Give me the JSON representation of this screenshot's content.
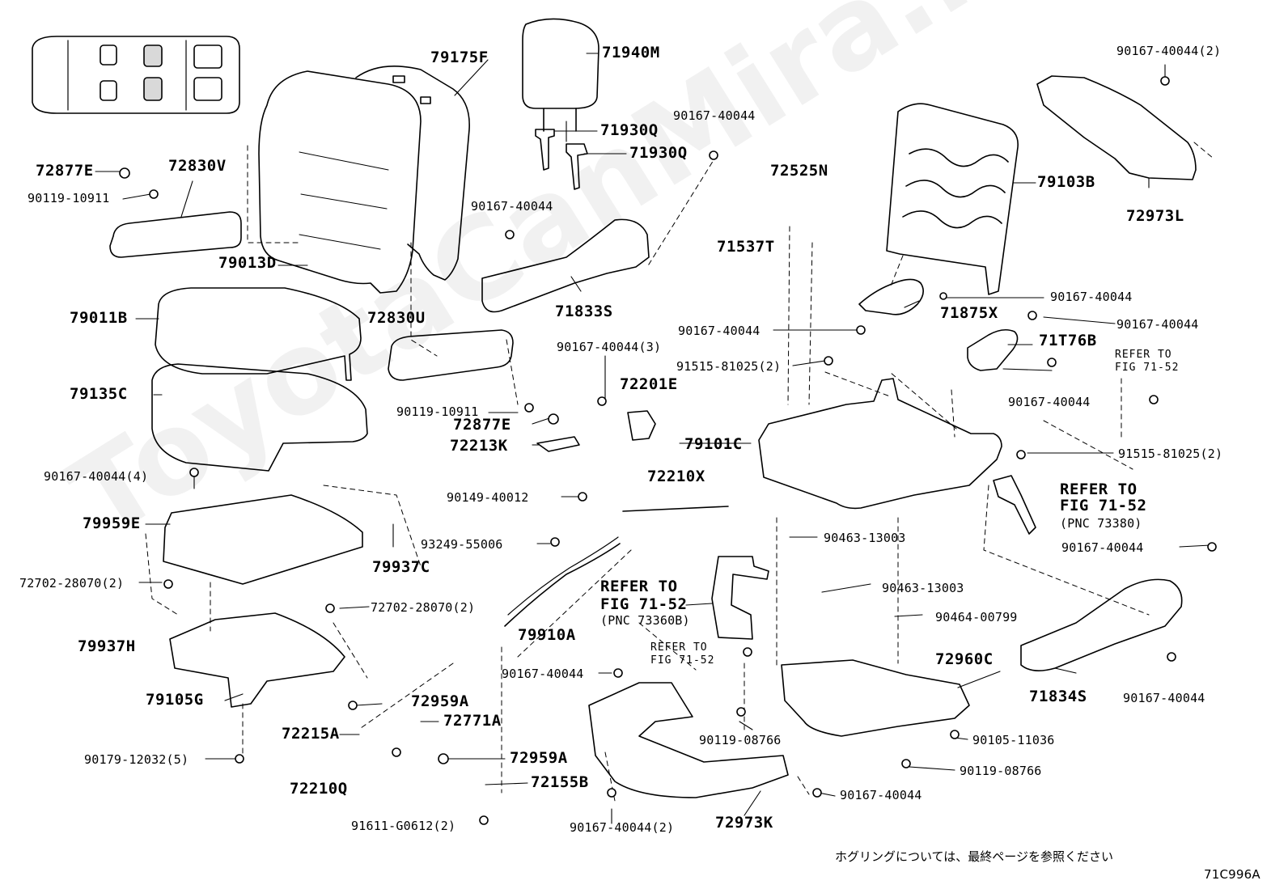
{
  "watermark": "ToyotaCanMira.ru",
  "footer": {
    "note_jp": "ホグリングについては、最終ページを参照ください",
    "diagram_code": "71C996A"
  },
  "parts": [
    {
      "id": "p79175F",
      "text": "79175F",
      "style": "big"
    },
    {
      "id": "p71940M",
      "text": "71940M",
      "style": "big"
    },
    {
      "id": "p90167_40044_2_top",
      "text": "90167-40044(2)",
      "style": "std"
    },
    {
      "id": "p71930Q_a",
      "text": "71930Q",
      "style": "big"
    },
    {
      "id": "p71930Q_b",
      "text": "71930Q",
      "style": "big"
    },
    {
      "id": "p90167_40044_a",
      "text": "90167-40044",
      "style": "std"
    },
    {
      "id": "p72877E_a",
      "text": "72877E",
      "style": "big"
    },
    {
      "id": "p72830V",
      "text": "72830V",
      "style": "big"
    },
    {
      "id": "p90119_10911_a",
      "text": "90119-10911",
      "style": "std"
    },
    {
      "id": "p72525N",
      "text": "72525N",
      "style": "big"
    },
    {
      "id": "p79103B",
      "text": "79103B",
      "style": "big"
    },
    {
      "id": "p90167_40044_b",
      "text": "90167-40044",
      "style": "std"
    },
    {
      "id": "p72973L",
      "text": "72973L",
      "style": "big"
    },
    {
      "id": "p71537T",
      "text": "71537T",
      "style": "big"
    },
    {
      "id": "p79013D",
      "text": "79013D",
      "style": "big"
    },
    {
      "id": "p79011B",
      "text": "79011B",
      "style": "big"
    },
    {
      "id": "p71833S",
      "text": "71833S",
      "style": "big"
    },
    {
      "id": "p90167_40044_c",
      "text": "90167-40044",
      "style": "std"
    },
    {
      "id": "p71875X",
      "text": "71875X",
      "style": "big"
    },
    {
      "id": "p90167_40044_d",
      "text": "90167-40044",
      "style": "std"
    },
    {
      "id": "p72830U",
      "text": "72830U",
      "style": "big"
    },
    {
      "id": "p90167_40044_e",
      "text": "90167-40044",
      "style": "std"
    },
    {
      "id": "p71T76B",
      "text": "71T76B",
      "style": "big"
    },
    {
      "id": "p90167_40044_3",
      "text": "90167-40044(3)",
      "style": "std"
    },
    {
      "id": "p91515_81025_2_a",
      "text": "91515-81025(2)",
      "style": "std"
    },
    {
      "id": "p_refer_a1",
      "text": "REFER TO",
      "style": "sm"
    },
    {
      "id": "p_refer_a2",
      "text": "FIG 71-52",
      "style": "sm"
    },
    {
      "id": "p79135C",
      "text": "79135C",
      "style": "big"
    },
    {
      "id": "p72201E",
      "text": "72201E",
      "style": "big"
    },
    {
      "id": "p90167_40044_f",
      "text": "90167-40044",
      "style": "std"
    },
    {
      "id": "p90119_10911_b",
      "text": "90119-10911",
      "style": "std"
    },
    {
      "id": "p72877E_b",
      "text": "72877E",
      "style": "big"
    },
    {
      "id": "p72213K",
      "text": "72213K",
      "style": "big"
    },
    {
      "id": "p79101C",
      "text": "79101C",
      "style": "big"
    },
    {
      "id": "p91515_81025_2_b",
      "text": "91515-81025(2)",
      "style": "std"
    },
    {
      "id": "p90167_40044_4",
      "text": "90167-40044(4)",
      "style": "std"
    },
    {
      "id": "p72210X",
      "text": "72210X",
      "style": "big"
    },
    {
      "id": "p_refer_b1",
      "text": "REFER TO",
      "style": "big"
    },
    {
      "id": "p_refer_b2",
      "text": "FIG 71-52",
      "style": "big"
    },
    {
      "id": "p_refer_b3",
      "text": "(PNC 73380)",
      "style": "std"
    },
    {
      "id": "p90149_40012",
      "text": "90149-40012",
      "style": "std"
    },
    {
      "id": "p79959E",
      "text": "79959E",
      "style": "big"
    },
    {
      "id": "p93249_55006",
      "text": "93249-55006",
      "style": "std"
    },
    {
      "id": "p90463_13003_a",
      "text": "90463-13003",
      "style": "std"
    },
    {
      "id": "p90167_40044_g",
      "text": "90167-40044",
      "style": "std"
    },
    {
      "id": "p79937C",
      "text": "79937C",
      "style": "big"
    },
    {
      "id": "p72702_28070_2_a",
      "text": "72702-28070(2)",
      "style": "std"
    },
    {
      "id": "p_refer_c1",
      "text": "REFER TO",
      "style": "big"
    },
    {
      "id": "p_refer_c2",
      "text": "FIG 71-52",
      "style": "big"
    },
    {
      "id": "p_refer_c3",
      "text": "(PNC 73360B)",
      "style": "std"
    },
    {
      "id": "p90463_13003_b",
      "text": "90463-13003",
      "style": "std"
    },
    {
      "id": "p72702_28070_2_b",
      "text": "72702-28070(2)",
      "style": "std"
    },
    {
      "id": "p90464_00799",
      "text": "90464-00799",
      "style": "std"
    },
    {
      "id": "p79910A",
      "text": "79910A",
      "style": "big"
    },
    {
      "id": "p79937H",
      "text": "79937H",
      "style": "big"
    },
    {
      "id": "p_refer_d1",
      "text": "REFER TO",
      "style": "sm"
    },
    {
      "id": "p_refer_d2",
      "text": "FIG 71-52",
      "style": "sm"
    },
    {
      "id": "p72960C",
      "text": "72960C",
      "style": "big"
    },
    {
      "id": "p90167_40044_h",
      "text": "90167-40044",
      "style": "std"
    },
    {
      "id": "p71834S",
      "text": "71834S",
      "style": "big"
    },
    {
      "id": "p90167_40044_i",
      "text": "90167-40044",
      "style": "std"
    },
    {
      "id": "p79105G",
      "text": "79105G",
      "style": "big"
    },
    {
      "id": "p72959A_a",
      "text": "72959A",
      "style": "big"
    },
    {
      "id": "p72771A",
      "text": "72771A",
      "style": "big"
    },
    {
      "id": "p90119_08766_a",
      "text": "90119-08766",
      "style": "std"
    },
    {
      "id": "p72215A",
      "text": "72215A",
      "style": "big"
    },
    {
      "id": "p90105_11036",
      "text": "90105-11036",
      "style": "std"
    },
    {
      "id": "p90179_12032_5",
      "text": "90179-12032(5)",
      "style": "std"
    },
    {
      "id": "p72959A_b",
      "text": "72959A",
      "style": "big"
    },
    {
      "id": "p90119_08766_b",
      "text": "90119-08766",
      "style": "std"
    },
    {
      "id": "p72210Q",
      "text": "72210Q",
      "style": "big"
    },
    {
      "id": "p72155B",
      "text": "72155B",
      "style": "big"
    },
    {
      "id": "p90167_40044_j",
      "text": "90167-40044",
      "style": "std"
    },
    {
      "id": "p91611_G0612_2",
      "text": "91611-G0612(2)",
      "style": "std"
    },
    {
      "id": "p90167_40044_2_bot",
      "text": "90167-40044(2)",
      "style": "std"
    },
    {
      "id": "p72973K",
      "text": "72973K",
      "style": "big"
    }
  ]
}
